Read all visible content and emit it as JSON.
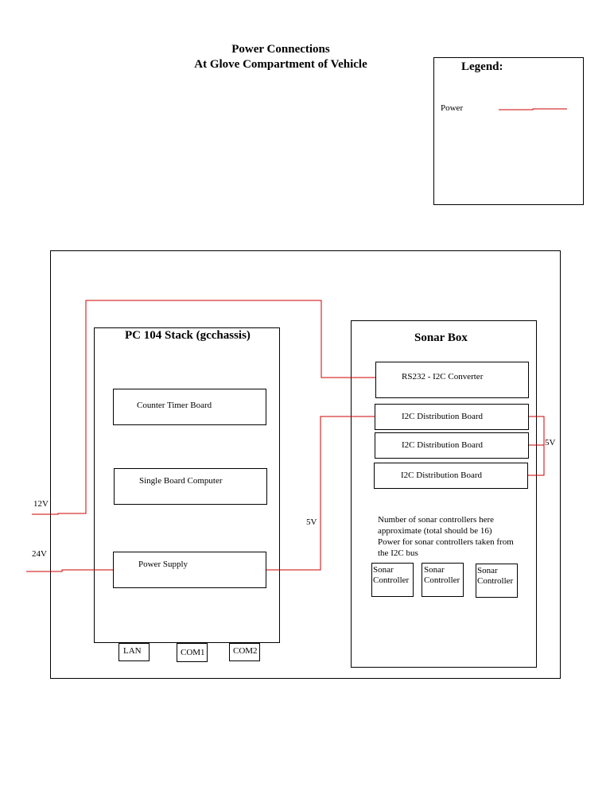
{
  "title": {
    "line1": "Power Connections",
    "line2": "At Glove Compartment of Vehicle"
  },
  "legend": {
    "heading": "Legend:",
    "power_label": "Power",
    "power_color": "#cc0000"
  },
  "pc104": {
    "title": "PC 104 Stack (gcchassis)",
    "counter_timer": "Counter Timer Board",
    "sbc": "Single Board Computer",
    "power_supply": "Power Supply",
    "ports": [
      "LAN",
      "COM1",
      "COM2"
    ]
  },
  "sonar_box": {
    "title": "Sonar Box",
    "rs232": "RS232 - I2C Converter",
    "i2c_boards": [
      "I2C Distribution Board",
      "I2C Distribution Board",
      "I2C Distribution Board"
    ],
    "note_lines": [
      "Number of sonar controllers here",
      "approximate (total should be 16)",
      "Power for sonar controllers taken from",
      "the I2C bus"
    ],
    "controllers": [
      {
        "line1": "Sonar",
        "line2": "Controller"
      },
      {
        "line1": "Sonar",
        "line2": "Controller"
      },
      {
        "line1": "Sonar",
        "line2": "Controller"
      }
    ]
  },
  "voltages": {
    "v12": "12V",
    "v24": "24V",
    "v5_supply": "5V",
    "v5_i2c": "5V"
  }
}
